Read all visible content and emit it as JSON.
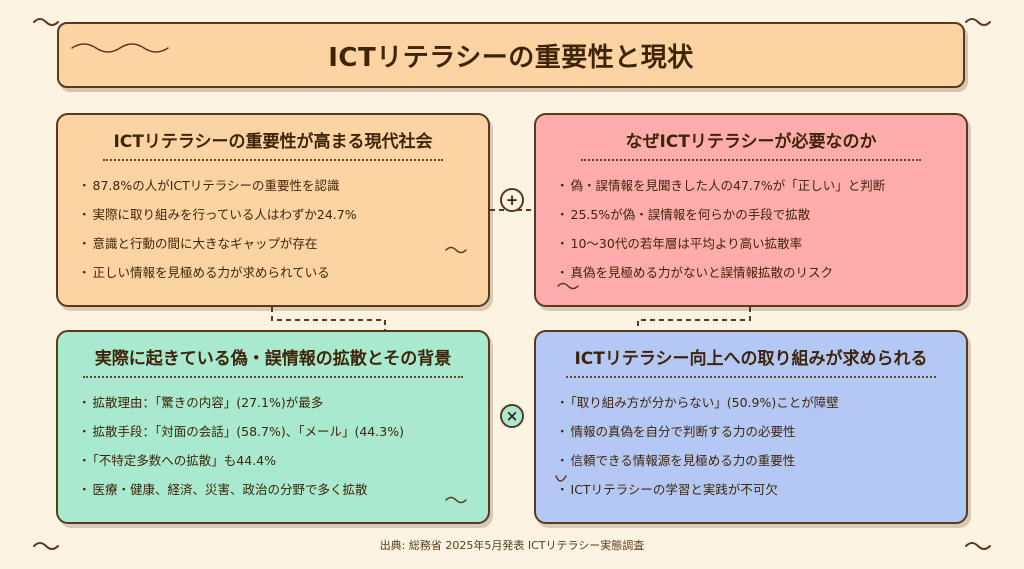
{
  "title": "ICTリテラシーの重要性と現状",
  "cards": {
    "top_left": {
      "heading": "ICTリテラシーの重要性が高まる現代社会",
      "items": [
        "87.8%の人がICTリテラシーの重要性を認識",
        "実際に取り組みを行っている人はわずか24.7%",
        "意識と行動の間に大きなギャップが存在",
        "正しい情報を見極める力が求められている"
      ],
      "color": "#fcd4a4"
    },
    "top_right": {
      "heading": "なぜICTリテラシーが必要なのか",
      "items": [
        "偽・誤情報を見聞きした人の47.7%が「正しい」と判断",
        "25.5%が偽・誤情報を何らかの手段で拡散",
        "10〜30代の若年層は平均より高い拡散率",
        "真偽を見極める力がないと誤情報拡散のリスク"
      ],
      "color": "#ffacac"
    },
    "bottom_left": {
      "heading": "実際に起きている偽・誤情報の拡散とその背景",
      "items": [
        "拡散理由：「驚きの内容」(27.1%)が最多",
        "拡散手段：「対面の会話」(58.7%)、「メール」(44.3%)",
        "「不特定多数への拡散」も44.4%",
        "医療・健康、経済、災害、政治の分野で多く拡散"
      ],
      "color": "#a8e9cf"
    },
    "bottom_right": {
      "heading": "ICTリテラシー向上への取り組みが求められる",
      "items": [
        "「取り組み方が分からない」(50.9%)ことが障壁",
        "情報の真偽を自分で判断する力の必要性",
        "信頼できる情報源を見極める力の重要性",
        "ICTリテラシーの学習と実践が不可欠"
      ],
      "color": "#b4c8f5"
    }
  },
  "operators": {
    "plus": "+",
    "times": "×"
  },
  "source": "出典: 総務省 2025年5月発表 ICTリテラシー実態調査"
}
